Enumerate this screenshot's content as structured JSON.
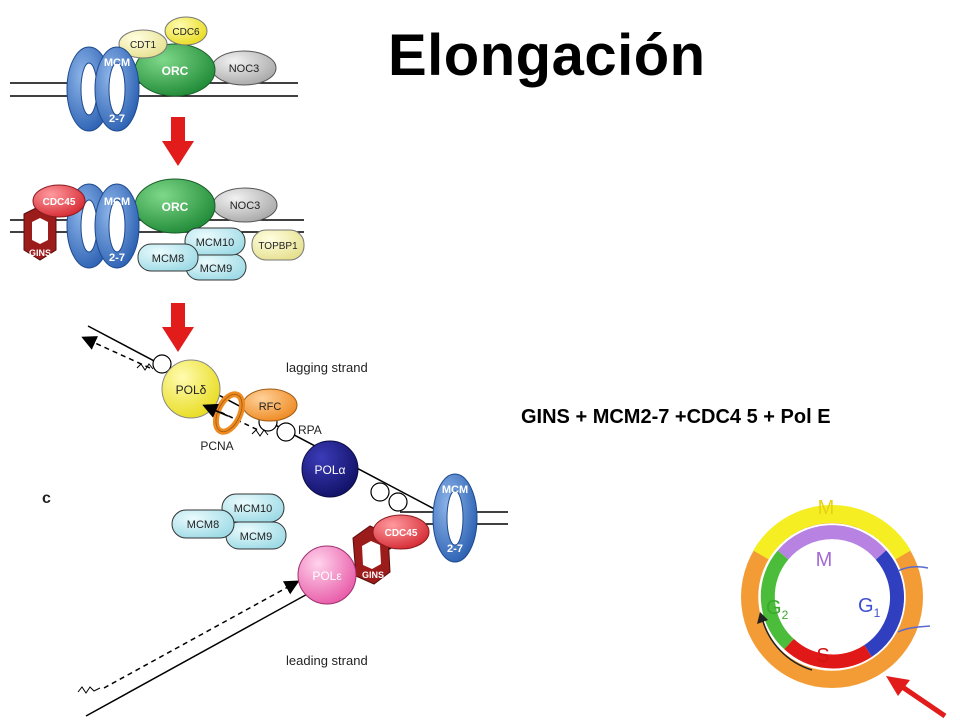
{
  "title": "Elongación",
  "caption": "GINS + MCM2-7 +CDC4 5 + Pol E",
  "panel_letter": "c",
  "labels": {
    "mcm": "MCM",
    "mcm_num": "2-7",
    "orc": "ORC",
    "noc3": "NOC3",
    "cdt1": "CDT1",
    "cdc6": "CDC6",
    "cdc45": "CDC45",
    "gins": "GINS",
    "mcm10": "MCM10",
    "mcm8": "MCM8",
    "mcm9": "MCM9",
    "topbp1": "TOPBP1",
    "pol_delta": "POLδ",
    "pol_alpha": "POLα",
    "pol_epsilon": "POLε",
    "rfc": "RFC",
    "rpa": "RPA",
    "pcna": "PCNA",
    "lagging": "lagging strand",
    "leading": "leading strand"
  },
  "cycle": {
    "m_outer": "M",
    "m_inner": "M",
    "g1": "G",
    "g1_sub": "1",
    "g2": "G",
    "g2_sub": "2",
    "s": "S"
  },
  "colors": {
    "mcm": "#3f78c4",
    "orc": "#2e9a46",
    "noc3": "#c8c8c8",
    "cdt1": "#f5f2a6",
    "cdc6": "#f7ef52",
    "cdc45": "#e6464f",
    "gins": "#9c1c1c",
    "mcm_small": "#bfe9f0",
    "topbp1": "#f5f2b6",
    "pol_delta": "#f8f030",
    "pol_alpha": "#1a1a8a",
    "pol_epsilon": "#f06eb8",
    "rfc": "#f39c3a",
    "arrow": "#e21b1b",
    "cycle_orange": "#f39c35",
    "cycle_yellow": "#f4ee22",
    "cycle_purple": "#b782e2",
    "cycle_blue": "#2f3fbf",
    "cycle_red": "#e01818",
    "cycle_green": "#4bbd3a"
  }
}
